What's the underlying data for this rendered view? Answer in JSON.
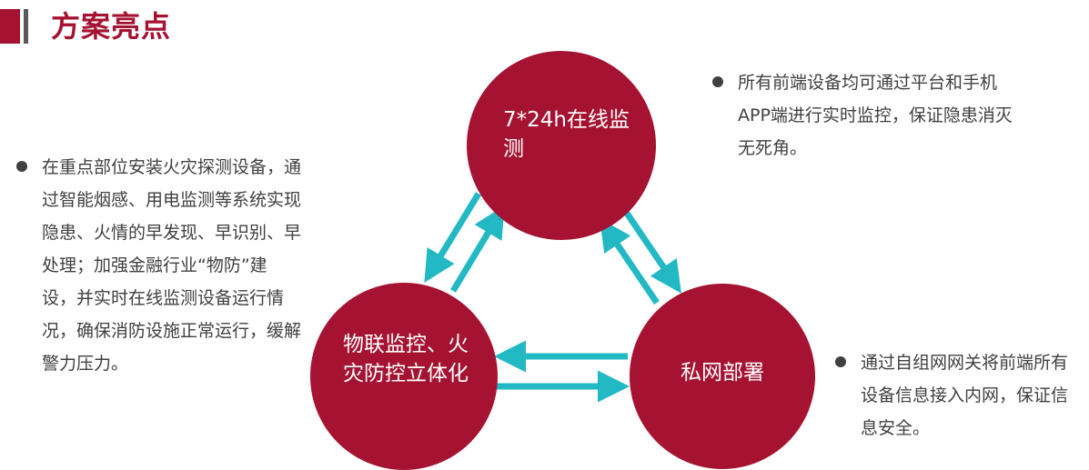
{
  "title": "方案亮点",
  "colors": {
    "accent": "#a61332",
    "arrow": "#23b9c4",
    "text": "#404040"
  },
  "nodes": {
    "top": {
      "label": "7*24h在线监测"
    },
    "left": {
      "label": "物联监控、火灾防控立体化"
    },
    "right": {
      "label": "私网部署"
    }
  },
  "descriptions": {
    "left": "在重点部位安装火灾探测设备，通过智能烟感、用电监测等系统实现隐患、火情的早发现、早识别、早处理；加强金融行业“物防”建设，并实时在线监测设备运行情况，确保消防设施正常运行，缓解警力压力。",
    "top_right": "所有前端设备均可通过平台和手机APP端进行实时监控，保证隐患消灭无死角。",
    "bottom_right": "通过自组网网关将前端所有设备信息接入内网，保证信息安全。"
  }
}
